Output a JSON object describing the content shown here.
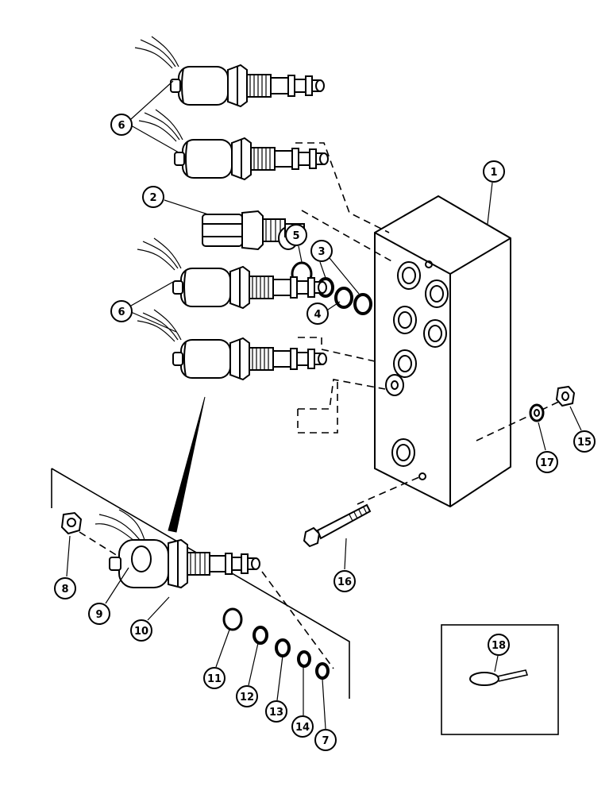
{
  "callouts": [
    {
      "id": "c1",
      "label": "1"
    },
    {
      "id": "c2",
      "label": "2"
    },
    {
      "id": "c3",
      "label": "3"
    },
    {
      "id": "c4",
      "label": "4"
    },
    {
      "id": "c5",
      "label": "5"
    },
    {
      "id": "c6a",
      "label": "6"
    },
    {
      "id": "c6b",
      "label": "6"
    },
    {
      "id": "c7",
      "label": "7"
    },
    {
      "id": "c8",
      "label": "8"
    },
    {
      "id": "c9",
      "label": "9"
    },
    {
      "id": "c10",
      "label": "10"
    },
    {
      "id": "c11",
      "label": "11"
    },
    {
      "id": "c12",
      "label": "12"
    },
    {
      "id": "c13",
      "label": "13"
    },
    {
      "id": "c14",
      "label": "14"
    },
    {
      "id": "c15",
      "label": "15"
    },
    {
      "id": "c16",
      "label": "16"
    },
    {
      "id": "c17",
      "label": "17"
    },
    {
      "id": "c18",
      "label": "18"
    }
  ]
}
